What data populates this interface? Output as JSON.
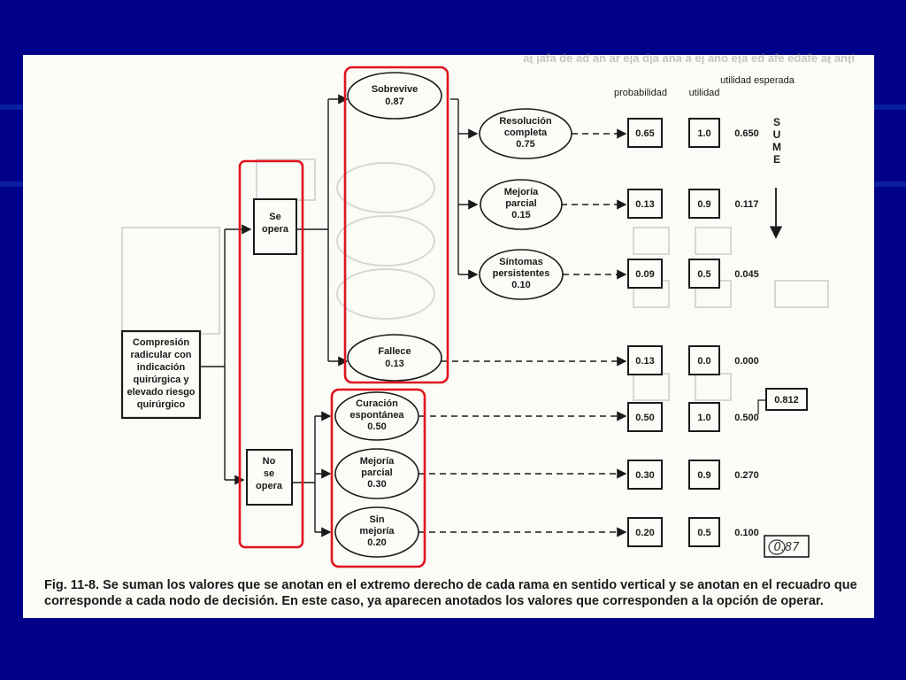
{
  "headers": {
    "probabilidad": "probabilidad",
    "utilidad": "utilidad",
    "utilidad_esperada": "utilidad esperada"
  },
  "root": {
    "lines": [
      "Compresión",
      "radicular con",
      "indicación",
      "quirúrgica y",
      "elevado riesgo",
      "quirúrgico"
    ]
  },
  "decisions": {
    "se_opera": {
      "lines": [
        "Se",
        "opera"
      ]
    },
    "no_se_opera": {
      "lines": [
        "No",
        "se",
        "opera"
      ]
    }
  },
  "chance_nodes": {
    "sobrevive": {
      "label": "Sobrevive",
      "prob": "0.87"
    },
    "fallece": {
      "label": "Fallece",
      "prob": "0.13"
    },
    "resolucion": {
      "lines": [
        "Resolución",
        "completa"
      ],
      "prob": "0.75"
    },
    "mejoria_op": {
      "lines": [
        "Mejoría",
        "parcial"
      ],
      "prob": "0.15"
    },
    "sintomas": {
      "lines": [
        "Síntomas",
        "persistentes"
      ],
      "prob": "0.10"
    },
    "curacion": {
      "lines": [
        "Curación",
        "espontánea"
      ],
      "prob": "0.50"
    },
    "mejoria_no": {
      "lines": [
        "Mejoría",
        "parcial"
      ],
      "prob": "0.30"
    },
    "sin_mejoria": {
      "lines": [
        "Sin",
        "mejoría"
      ],
      "prob": "0.20"
    }
  },
  "rows": [
    {
      "prob": "0.65",
      "util": "1.0",
      "expected": "0.650"
    },
    {
      "prob": "0.13",
      "util": "0.9",
      "expected": "0.117"
    },
    {
      "prob": "0.09",
      "util": "0.5",
      "expected": "0.045"
    },
    {
      "prob": "0.13",
      "util": "0.0",
      "expected": "0.000"
    },
    {
      "prob": "0.50",
      "util": "1.0",
      "expected": "0.500"
    },
    {
      "prob": "0.30",
      "util": "0.9",
      "expected": "0.270"
    },
    {
      "prob": "0.20",
      "util": "0.5",
      "expected": "0.100"
    }
  ],
  "sume": [
    "S",
    "U",
    "M",
    "E"
  ],
  "totals": {
    "no_opera_box": "0.812",
    "handwritten": "0.87"
  },
  "caption": {
    "label": "Fig. 11-8.",
    "text": "Se suman los valores que se anotan en el extremo derecho de cada rama en sentido vertical y se anotan en el recuadro que corresponde a cada nodo de decisión. En este caso, ya aparecen anotados los valores que corresponden a la opción de operar."
  },
  "colors": {
    "background": "#00008a",
    "highlight": "#e0141e",
    "ink": "#1a1a1a"
  }
}
